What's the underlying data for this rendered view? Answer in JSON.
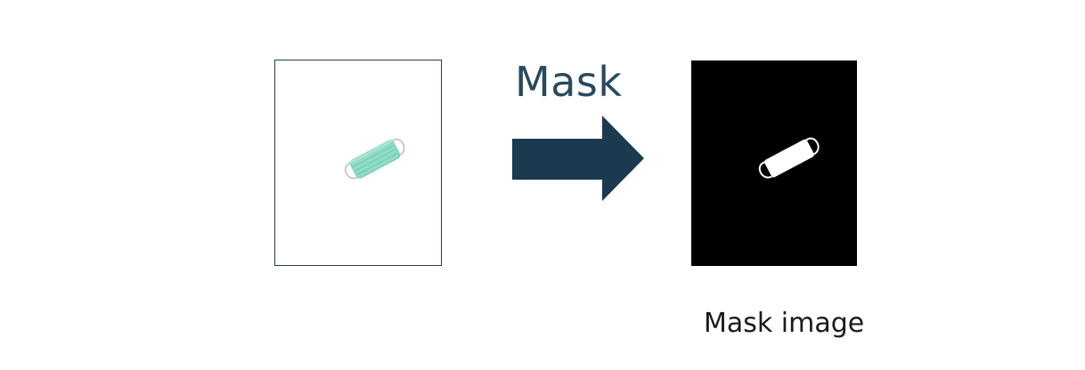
{
  "diagram": {
    "arrow_label": "Mask",
    "output_caption": "Mask image",
    "colors": {
      "arrow": "#1b3a50",
      "frame_border": "#1f3f52",
      "mask_background": "#000000",
      "mask_foreground": "#ffffff",
      "object_color": "#7fd3bd"
    },
    "source_image": {
      "object": "surgical-mask"
    },
    "mask_image": {
      "object": "surgical-mask-silhouette"
    }
  }
}
